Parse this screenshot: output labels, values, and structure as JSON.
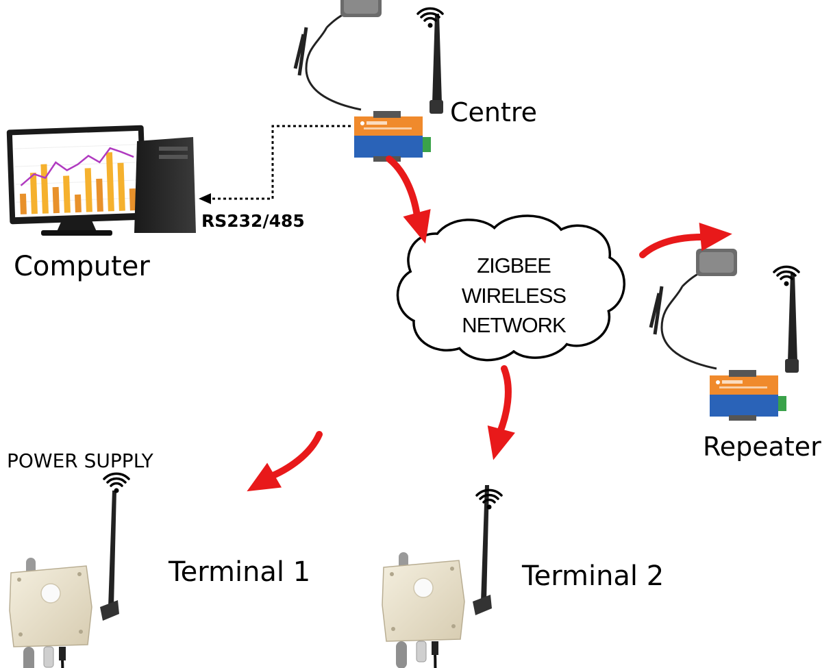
{
  "labels": {
    "computer": "Computer",
    "centre": "Centre",
    "repeater": "Repeater",
    "power_supply": "POWER SUPPLY",
    "terminal_1": "Terminal 1",
    "terminal_2": "Terminal 2",
    "link": "RS232/485"
  },
  "cloud": {
    "lines": [
      "ZIGBEE",
      "WIRELESS",
      "NETWORK"
    ]
  },
  "colors": {
    "arrow": "#e8191a",
    "gateway_orange": "#f08a2c",
    "gateway_blue": "#2a63b8",
    "sensor_housing": "#ebe3cc",
    "terminal_green": "#3aa24a"
  },
  "icons": [
    "computer-icon",
    "gateway-device-icon",
    "sensor-box-icon",
    "wifi-signal-icon",
    "cloud-icon",
    "red-curved-arrow-icon"
  ]
}
